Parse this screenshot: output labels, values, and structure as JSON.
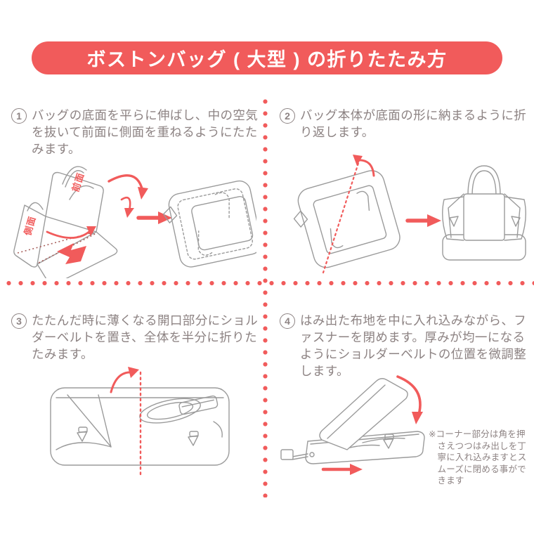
{
  "header": {
    "title": "ボストンバッグ ( 大型 ) の折りたたみ方"
  },
  "colors": {
    "accent": "#f15b5b",
    "text": "#8d8383",
    "sketch_line": "#9b9b9b",
    "banner_bg": "#f15b5b",
    "banner_text": "#ffffff"
  },
  "steps": [
    {
      "number": "1",
      "text": "バッグの底面を平らに伸ばし、中の空気を抜いて前面に側面を重ねるようにたたみます。"
    },
    {
      "number": "2",
      "text": "バッグ本体が底面の形に納まるように折り返します。"
    },
    {
      "number": "3",
      "text": "たたんだ時に薄くなる開口部分にショルダーベルトを置き、全体を半分に折りたたみます。"
    },
    {
      "number": "4",
      "text": "はみ出た布地を中に入れ込みながら、ファスナーを閉めます。厚みが均一になるようにショルダーベルトの位置を微調整します。"
    }
  ],
  "bag_labels": {
    "front": "前面",
    "side": "側面"
  },
  "note": "※コーナー部分は角を押さえつつはみ出しを丁寧に入れ込みますとスムーズに閉める事ができます"
}
